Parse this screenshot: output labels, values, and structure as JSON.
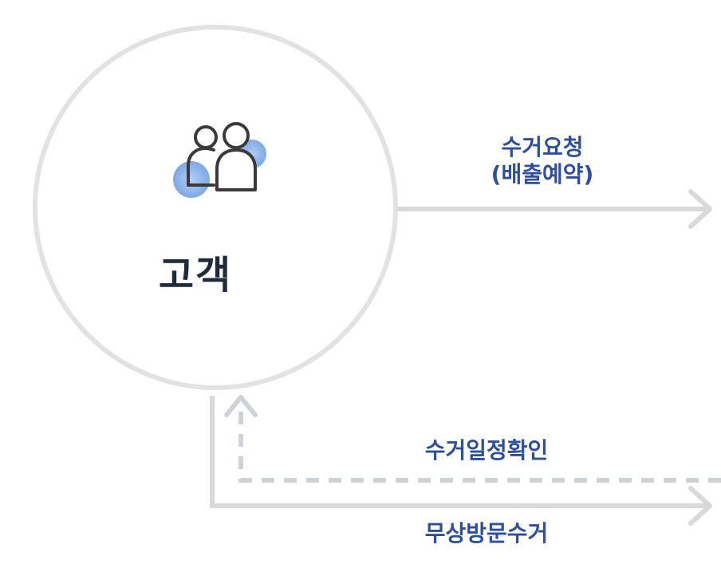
{
  "customer": {
    "label": "고객",
    "icon": "people-icon"
  },
  "flows": {
    "request_line1": "수거요청",
    "request_line2": "(배출예약)",
    "confirm": "수거일정확인",
    "visit": "무상방문수거"
  },
  "colors": {
    "circle_stroke": "#e2e2e2",
    "arrow": "#d9d9d9",
    "label_text": "#2d4f9e",
    "node_text": "#1f2a3a",
    "icon_stroke": "#3a3a3a",
    "icon_accent": "#7aa6e6"
  }
}
